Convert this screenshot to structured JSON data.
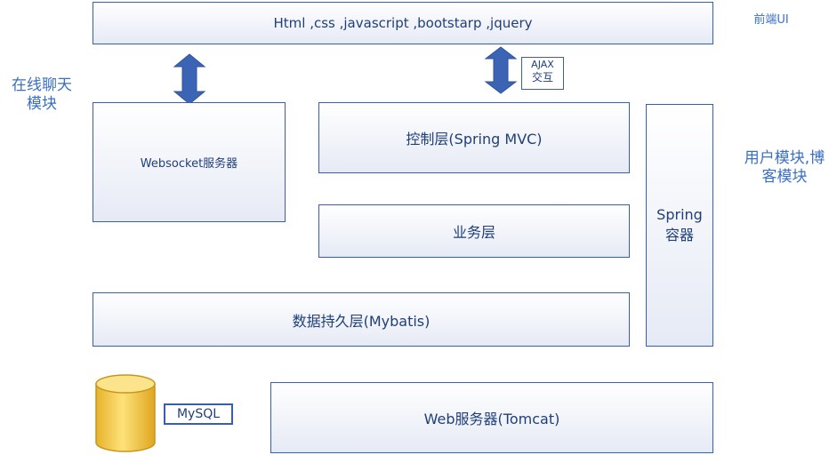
{
  "frontend": {
    "stack_label": "Html ,css ,javascript ,bootstarp ,jquery",
    "side_label": "前端UI"
  },
  "chat_module": {
    "side_label_line1": "在线聊天",
    "side_label_line2": "模块",
    "server_label": "Websocket服务器"
  },
  "ajax": {
    "line1": "AJAX",
    "line2": "交互"
  },
  "layers": {
    "controller": "控制层(Spring MVC)",
    "service": "业务层",
    "persistence": "数据持久层(Mybatis)",
    "web_server": "Web服务器(Tomcat)"
  },
  "spring": {
    "line1": "Spring",
    "line2": "容器"
  },
  "user_module": {
    "line1": "用户模块,博",
    "line2": "客模块"
  },
  "database": {
    "label": "MySQL"
  },
  "colors": {
    "box_border": "#3a5ea8",
    "arrow_fill": "#3b65b4",
    "label_text": "#3a6fc4",
    "cylinder_fill": "#f5c542",
    "cylinder_border": "#c8961a"
  }
}
